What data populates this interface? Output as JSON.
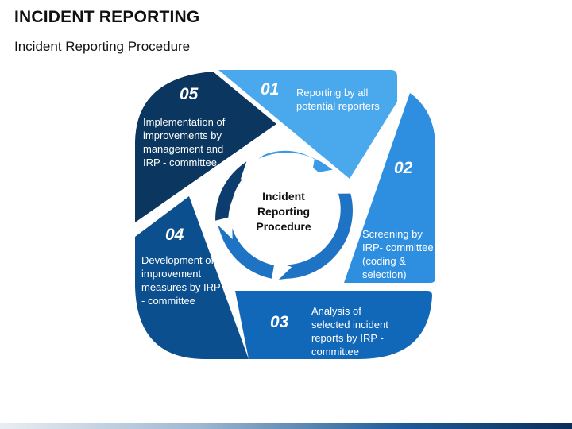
{
  "header": {
    "title": "INCIDENT REPORTING",
    "subtitle": "Incident Reporting Procedure"
  },
  "center": {
    "lines": [
      "Incident",
      "Reporting",
      "Procedure"
    ]
  },
  "steps": [
    {
      "number": "01",
      "lines": [
        "Reporting by all",
        "potential reporters"
      ],
      "color": "#4aa8ec",
      "text_color": "#ffffff"
    },
    {
      "number": "02",
      "lines": [
        "Screening by",
        "IRP- committee",
        "(coding &",
        "selection)"
      ],
      "color": "#2e8fe0",
      "text_color": "#ffffff"
    },
    {
      "number": "03",
      "lines": [
        "Analysis of",
        "selected incident",
        "reports by IRP -",
        "committee"
      ],
      "color": "#1268b8",
      "text_color": "#ffffff"
    },
    {
      "number": "04",
      "lines": [
        "Development of",
        "improvement",
        "measures by IRP",
        "- committee"
      ],
      "color": "#0c4f8f",
      "text_color": "#ffffff"
    },
    {
      "number": "05",
      "lines": [
        "Implementation of",
        "improvements by",
        "management and",
        "IRP - committee"
      ],
      "color": "#0b365f",
      "text_color": "#ffffff"
    }
  ],
  "ring_colors": [
    "#1f73c4",
    "#3a9ae6",
    "#0d3d6e"
  ]
}
